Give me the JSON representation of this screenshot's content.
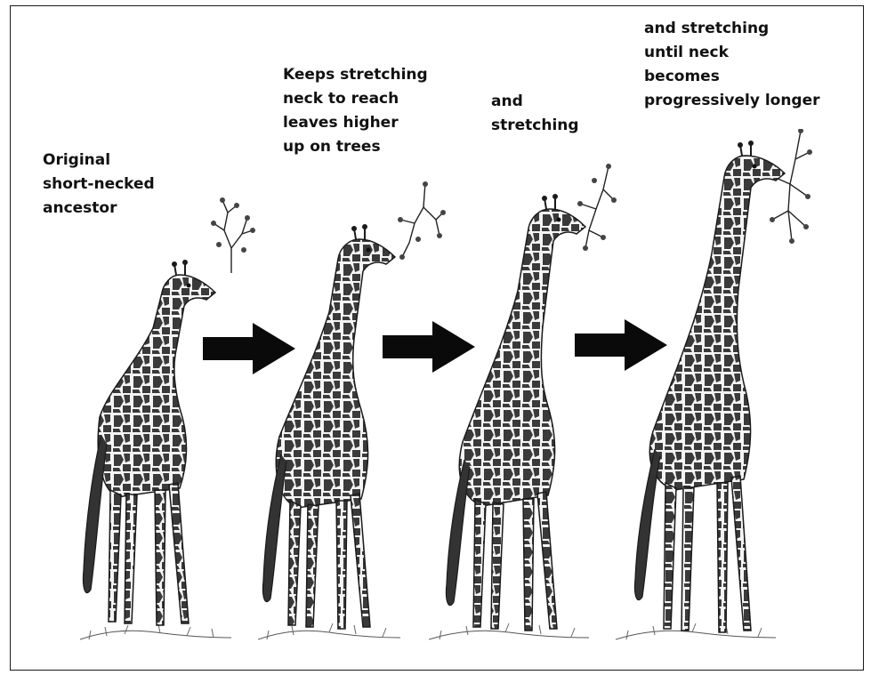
{
  "stages": [
    {
      "caption": "Original\nshort-necked\nancestor"
    },
    {
      "caption": "Keeps stretching\nneck to reach\nleaves higher\nup on trees"
    },
    {
      "caption": "and\nstretching"
    },
    {
      "caption": "and stretching\nuntil neck\nbecomes\nprogressively longer"
    }
  ],
  "arrow_icon": "right-arrow-icon",
  "colors": {
    "ink": "#1a1a1a",
    "spot": "#3a3a3a",
    "background": "#ffffff"
  }
}
